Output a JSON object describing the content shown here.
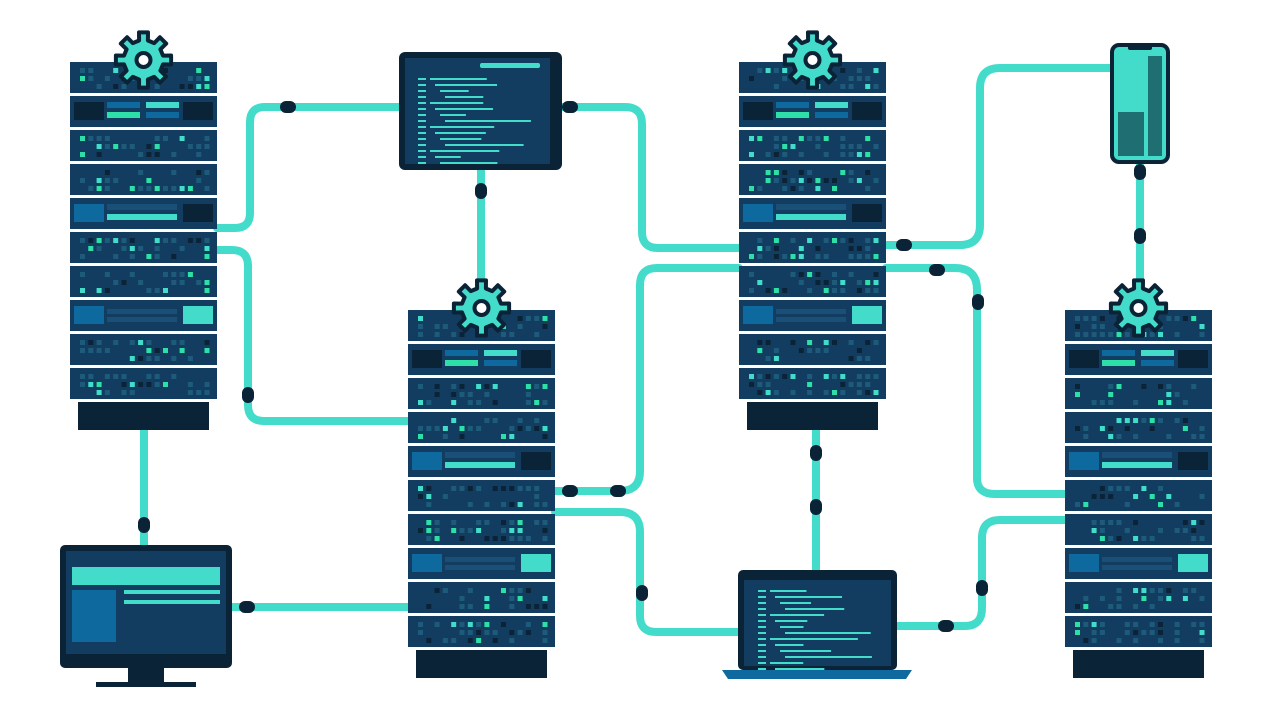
{
  "colors": {
    "teal": "#43dccb",
    "navy": "#133d60",
    "dark": "#0b2336",
    "blue": "#0e6a9e",
    "green": "#2ee0a8",
    "dotDim": "#1e5a7a"
  },
  "nodes": [
    {
      "kind": "server",
      "name": "server-rack-1"
    },
    {
      "kind": "server",
      "name": "server-rack-2"
    },
    {
      "kind": "server",
      "name": "server-rack-3"
    },
    {
      "kind": "server",
      "name": "server-rack-4"
    },
    {
      "kind": "tablet",
      "name": "tablet"
    },
    {
      "kind": "monitor",
      "name": "desktop-monitor"
    },
    {
      "kind": "laptop",
      "name": "laptop"
    },
    {
      "kind": "phone",
      "name": "smartphone"
    }
  ]
}
